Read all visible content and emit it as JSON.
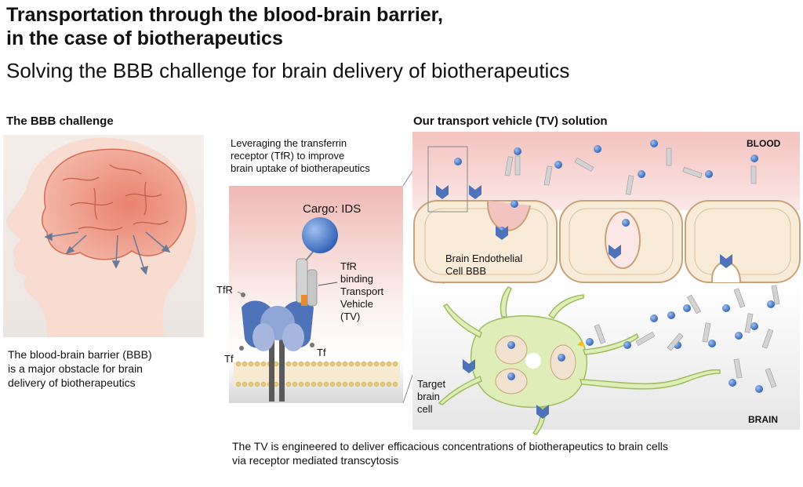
{
  "header": {
    "title_line1": "Transportation through the blood-brain barrier,",
    "title_line2": "in the case of biotherapeutics",
    "subtitle": "Solving the BBB challenge for brain delivery of biotherapeutics"
  },
  "left": {
    "heading": "The BBB challenge",
    "caption_lines": [
      "The blood-brain barrier (BBB)",
      "is a major obstacle for brain",
      "delivery of biotherapeutics"
    ]
  },
  "middle": {
    "intro_lines": [
      "Leveraging the transferrin",
      "receptor (TfR) to improve",
      "brain uptake of biotherapeutics"
    ],
    "cargo": "Cargo: IDS",
    "tv_label_lines": [
      "TfR",
      "binding",
      "Transport",
      "Vehicle",
      "(TV)"
    ],
    "tfr": "TfR",
    "tf_left": "Tf",
    "tf_right": "Tf"
  },
  "right": {
    "heading": "Our transport vehicle (TV) solution",
    "blood": "BLOOD",
    "brain": "BRAIN",
    "endothelial_lines": [
      "Brain Endothelial",
      "Cell BBB"
    ],
    "target_lines": [
      "Target",
      "brain",
      "cell"
    ]
  },
  "footer": {
    "lines": [
      "The TV is engineered to deliver efficacious concentrations of biotherapeutics to brain cells",
      "via receptor mediated transcytosis"
    ]
  },
  "colors": {
    "blood_pink": "#f3c9c5",
    "cell_cream": "#f8ecd8",
    "cell_border": "#c9a27a",
    "neuron_green": "#dfeeb8",
    "receptor_blue": "#4f73b8",
    "cargo_blue": "#3d6fc4",
    "brain_red": "#e9826e"
  }
}
